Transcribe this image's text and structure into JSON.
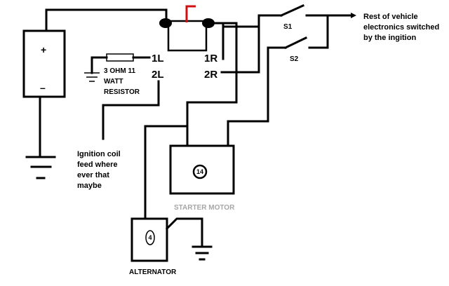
{
  "battery": {
    "plus": "+",
    "minus": "–"
  },
  "relay": {
    "terminal_1l": "1L",
    "terminal_2l": "2L",
    "terminal_1r": "1R",
    "terminal_2r": "2R"
  },
  "resistor_label": {
    "line1": "3 OHM 11",
    "line2": "WATT",
    "line3": "RESISTOR"
  },
  "switches": {
    "s1": "S1",
    "s2": "S2"
  },
  "note_vehicle": {
    "line1": "Rest of vehicle",
    "line2": "electronics switched",
    "line3": "by the ingition"
  },
  "note_coil": {
    "line1": "Ignition coil",
    "line2": "feed where",
    "line3": "ever that",
    "line4": "maybe"
  },
  "starter": {
    "number": "14",
    "label": "STARTER MOTOR"
  },
  "alternator": {
    "number": "4",
    "label": "ALTERNATOR"
  }
}
